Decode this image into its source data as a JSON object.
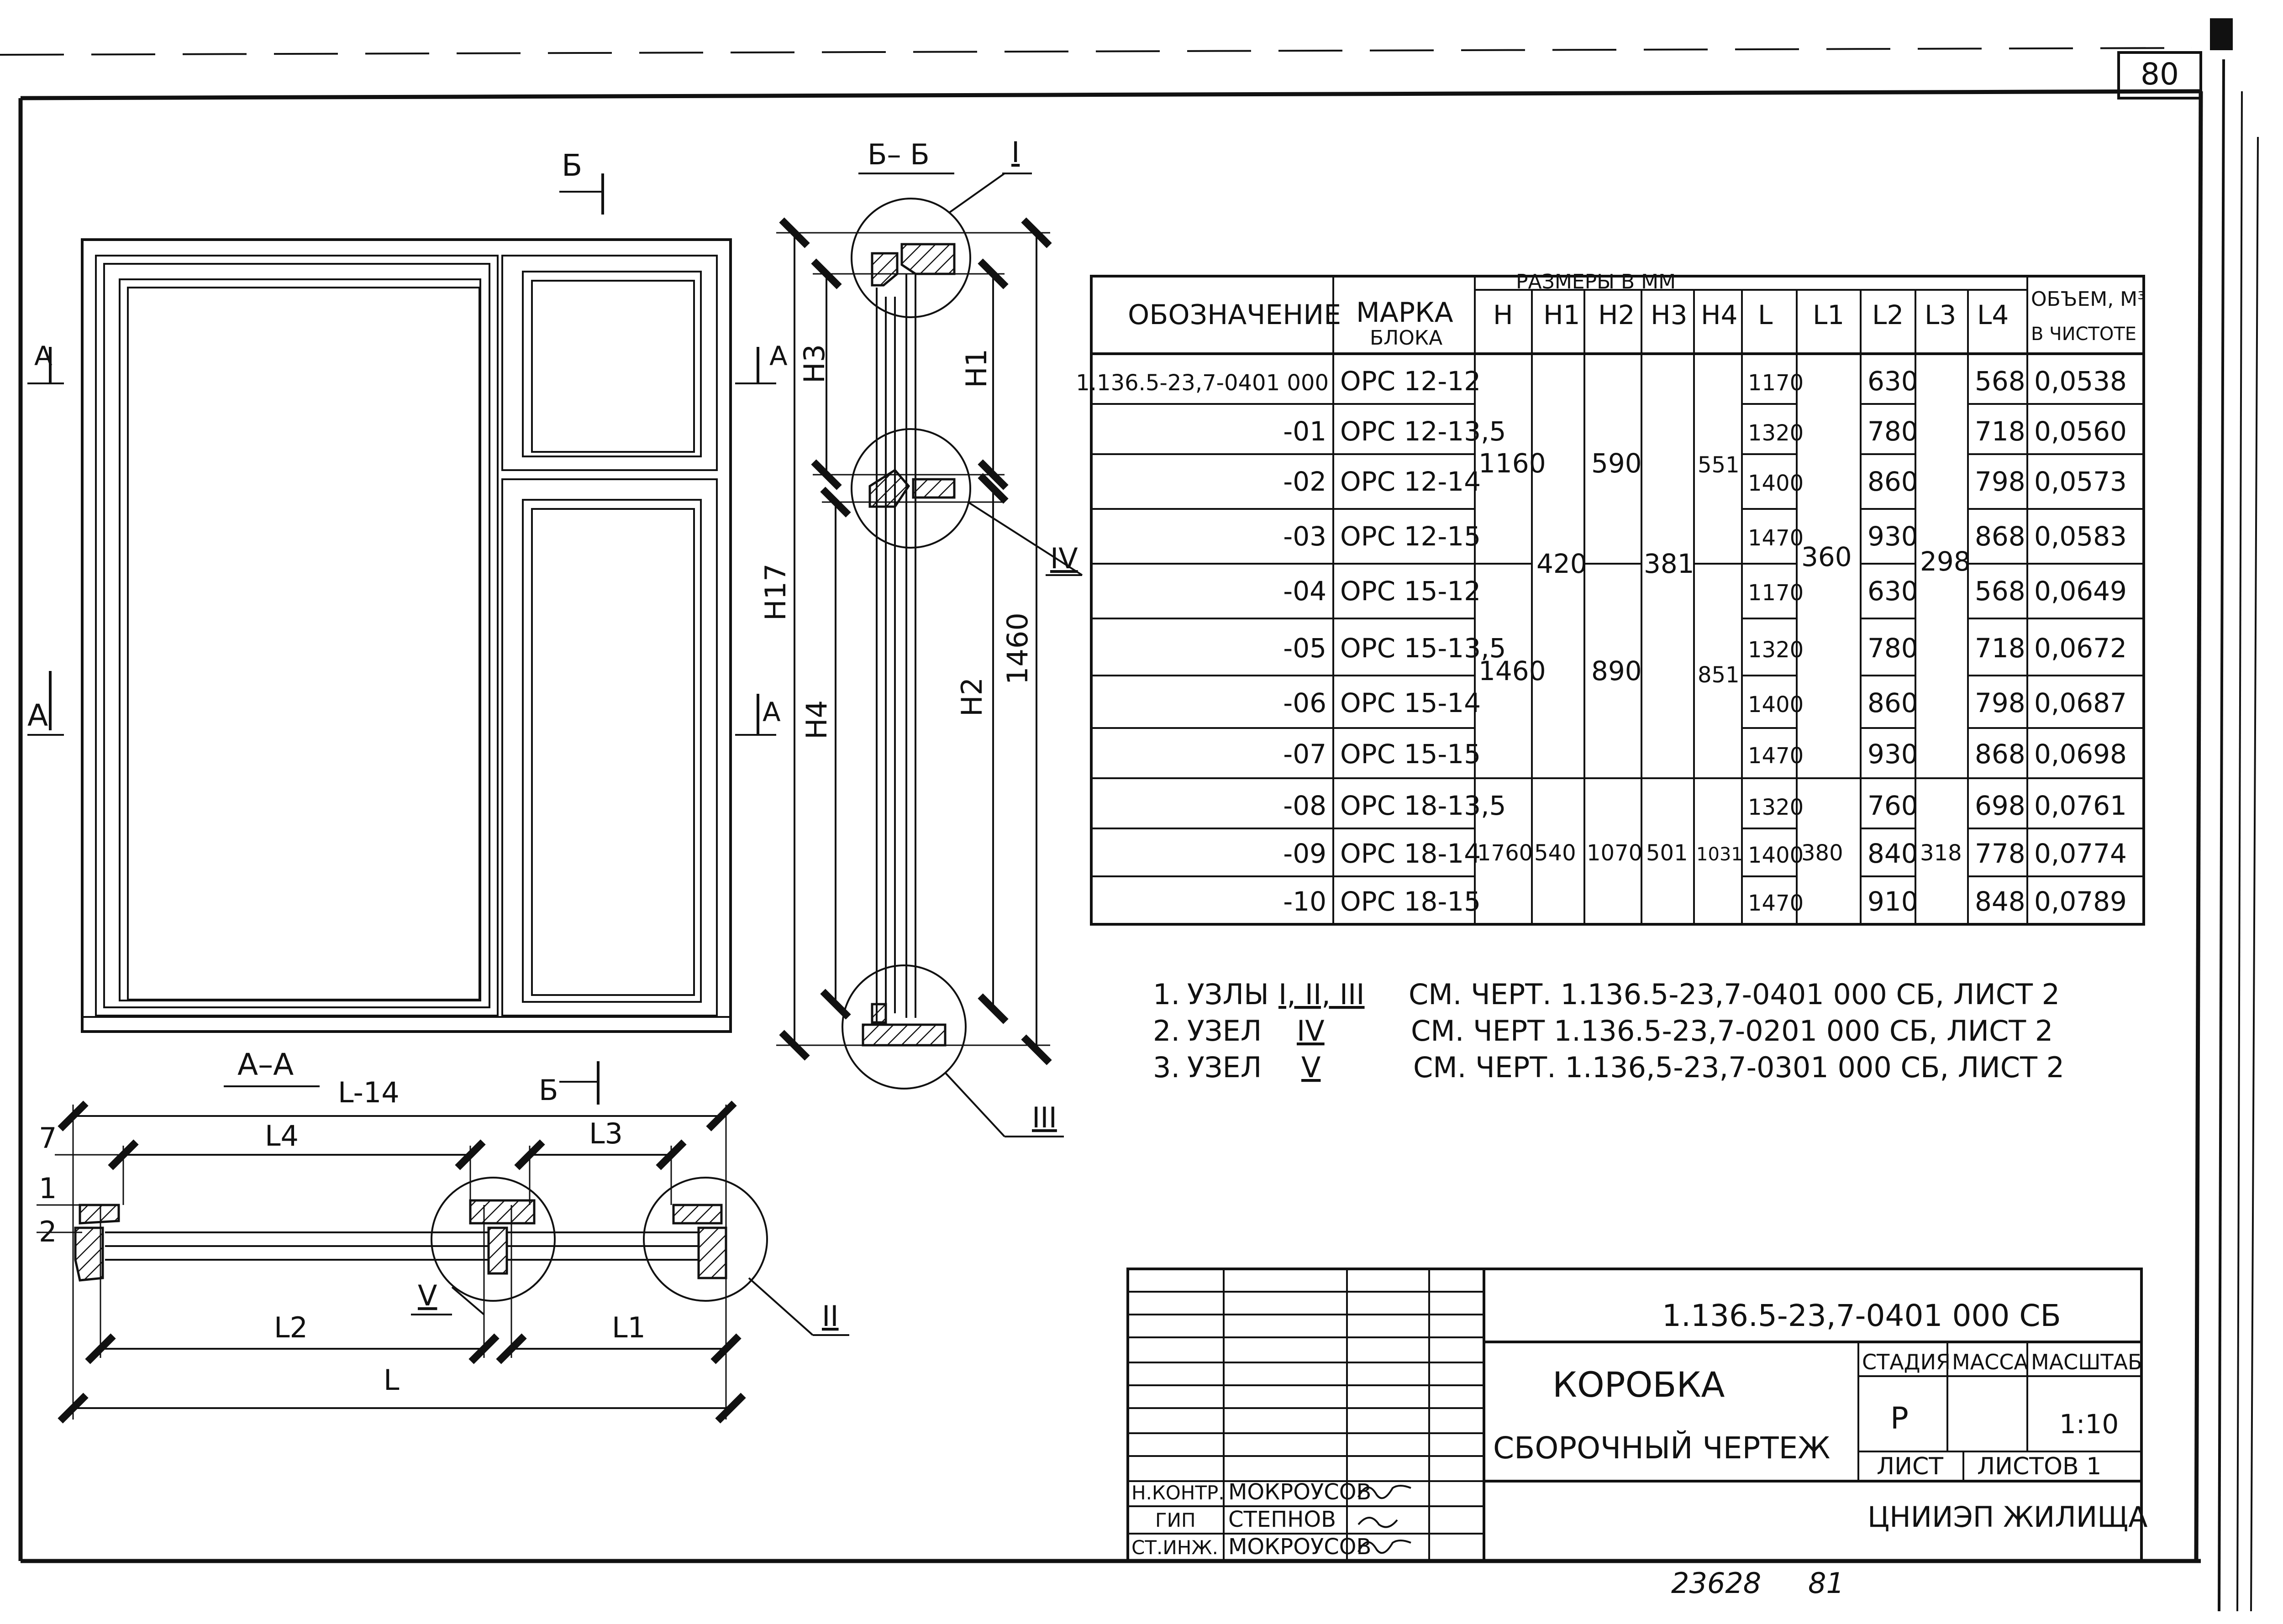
{
  "sheet": {
    "sheet_number": "80",
    "footer_left": "23628",
    "footer_right": "81"
  },
  "section_labels": {
    "b_marker": "Б",
    "b_marker_bottom": "Б",
    "bb_title": "Б– Б",
    "aa_title": "А–А",
    "a_marker": "А",
    "l14": "L-14"
  },
  "node_labels": {
    "n1": "I",
    "n2": "II",
    "n3": "III",
    "n4": "IV",
    "n5": "V"
  },
  "dimensions": {
    "h3": "H3",
    "h1": "H1",
    "h17": "H17",
    "h4": "H4",
    "h2": "H2",
    "total_1460": "1460",
    "l4": "L4",
    "l3": "L3",
    "l2": "L2",
    "l1": "L1",
    "l": "L",
    "d7": "7",
    "d1": "1",
    "d2": "2"
  },
  "table": {
    "header_sizes": "РАЗМЕРЫ В ММ",
    "col_designation": "ОБОЗНАЧЕНИЕ",
    "col_mark": "МАРКА",
    "col_mark_sub": "БЛОКА",
    "col_volume": "ОБЪЕМ, М³",
    "col_volume_sub": "В ЧИСТОТЕ",
    "size_cols": [
      "H",
      "H1",
      "H2",
      "H3",
      "H4",
      "L",
      "L1",
      "L2",
      "L3",
      "L4"
    ],
    "rows": [
      {
        "designation": "1.136.5-23,7-0401 000",
        "mark": "ОРС 12-12",
        "L": "1170",
        "L2": "630",
        "L4": "568",
        "volume": "0,0538"
      },
      {
        "designation": "-01",
        "mark": "ОРС 12-13,5",
        "L": "1320",
        "L2": "780",
        "L4": "718",
        "volume": "0,0560"
      },
      {
        "designation": "-02",
        "mark": "ОРС 12-14",
        "L": "1400",
        "L2": "860",
        "L4": "798",
        "volume": "0,0573"
      },
      {
        "designation": "-03",
        "mark": "ОРС 12-15",
        "L": "1470",
        "L2": "930",
        "L4": "868",
        "volume": "0,0583"
      },
      {
        "designation": "-04",
        "mark": "ОРС 15-12",
        "L": "1170",
        "L2": "630",
        "L4": "568",
        "volume": "0,0649"
      },
      {
        "designation": "-05",
        "mark": "ОРС 15-13,5",
        "L": "1320",
        "L2": "780",
        "L4": "718",
        "volume": "0,0672"
      },
      {
        "designation": "-06",
        "mark": "ОРС 15-14",
        "L": "1400",
        "L2": "860",
        "L4": "798",
        "volume": "0,0687"
      },
      {
        "designation": "-07",
        "mark": "ОРС 15-15",
        "L": "1470",
        "L2": "930",
        "L4": "868",
        "volume": "0,0698"
      },
      {
        "designation": "-08",
        "mark": "ОРС 18-13,5",
        "L": "1320",
        "L2": "760",
        "L4": "698",
        "volume": "0,0761"
      },
      {
        "designation": "-09",
        "mark": "ОРС 18-14",
        "L": "1400",
        "L2": "840",
        "L4": "778",
        "volume": "0,0774"
      },
      {
        "designation": "-10",
        "mark": "ОРС 18-15",
        "L": "1470",
        "L2": "910",
        "L4": "848",
        "volume": "0,0789"
      }
    ],
    "groups": [
      {
        "H": "1160",
        "H1": "",
        "H2": "590",
        "H3": "",
        "H4": "551"
      },
      {
        "H": "1460",
        "H2": "890",
        "H4": "851"
      },
      {
        "H": "1760",
        "H1": "540",
        "H2": "1070",
        "H3": "501",
        "H4": "1031",
        "L1": "380",
        "L3": "318"
      }
    ],
    "shared": {
      "H1": "420",
      "H3": "381",
      "L1": "360",
      "L3": "298"
    }
  },
  "notes": [
    {
      "num": "1.",
      "label": "УЗЛЫ",
      "nodes": "I, II, III",
      "ref": "СМ. ЧЕРТ. 1.136.5-23,7-0401 000 СБ, ЛИСТ 2"
    },
    {
      "num": "2.",
      "label": "УЗЕЛ",
      "nodes": "IV",
      "ref": "СМ. ЧЕРТ 1.136.5-23,7-0201 000 СБ, ЛИСТ 2"
    },
    {
      "num": "3.",
      "label": "УЗЕЛ",
      "nodes": "V",
      "ref": "СМ. ЧЕРТ. 1.136,5-23,7-0301 000 СБ, ЛИСТ 2"
    }
  ],
  "title_block": {
    "doc_code": "1.136.5-23,7-0401 000 СБ",
    "name_line1": "КОРОБКА",
    "name_line2": "СБОРОЧНЫЙ ЧЕРТЕЖ",
    "stage_label": "СТАДИЯ",
    "mass_label": "МАССА",
    "scale_label": "МАСШТАБ",
    "stage_value": "Р",
    "scale_value": "1:10",
    "sheet_label": "ЛИСТ",
    "sheets_label": "ЛИСТОВ 1",
    "org": "ЦНИИЭП ЖИЛИЩА",
    "signatures": [
      {
        "role": "Н.КОНТР.",
        "name": "МОКРОУСОВ"
      },
      {
        "role": "ГИП",
        "name": "СТЕПНОВ"
      },
      {
        "role": "СТ.ИНЖ.",
        "name": "МОКРОУСОВ"
      }
    ]
  }
}
